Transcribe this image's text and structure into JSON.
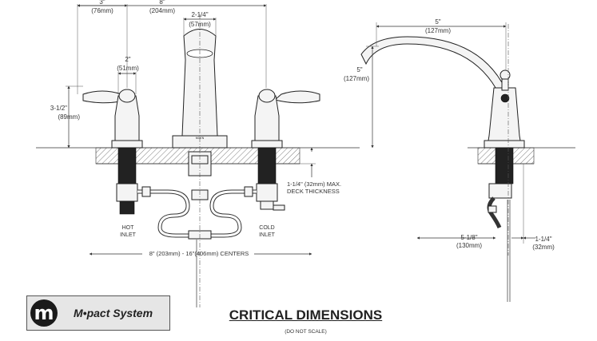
{
  "front_view": {
    "dim_3in": "3\"",
    "dim_76mm": "(76mm)",
    "dim_8in": "8\"",
    "dim_204mm": "(204mm)",
    "dim_2_1_4in": "2-1/4\"",
    "dim_57mm": "(57mm)",
    "dim_2in": "2\"",
    "dim_51mm": "(51mm)",
    "dim_3_1_2in": "3-1/2\"",
    "dim_89mm": "(89mm)",
    "deck_line1": "1-1/4\" (32mm) MAX.",
    "deck_line2": "DECK THICKNESS",
    "hot_line1": "HOT",
    "hot_line2": "INLET",
    "cold_line1": "COLD",
    "cold_line2": "INLET",
    "centers": "8\" (203mm) - 16\"(406mm) CENTERS",
    "brand_mark": "MOEN"
  },
  "side_view": {
    "dim_5in_top": "5\"",
    "dim_127mm_top": "(127mm)",
    "dim_5in_left": "5\"",
    "dim_127mm_left": "(127mm)",
    "dim_5_1_8in": "5-1/8\"",
    "dim_130mm": "(130mm)",
    "dim_1_1_4in": "1-1/4\"",
    "dim_32mm": "(32mm)"
  },
  "footer": {
    "logo_glyph": "m",
    "logo_text": "M•pact System",
    "title": "CRITICAL DIMENSIONS",
    "subtitle": "(DO NOT SCALE)"
  }
}
